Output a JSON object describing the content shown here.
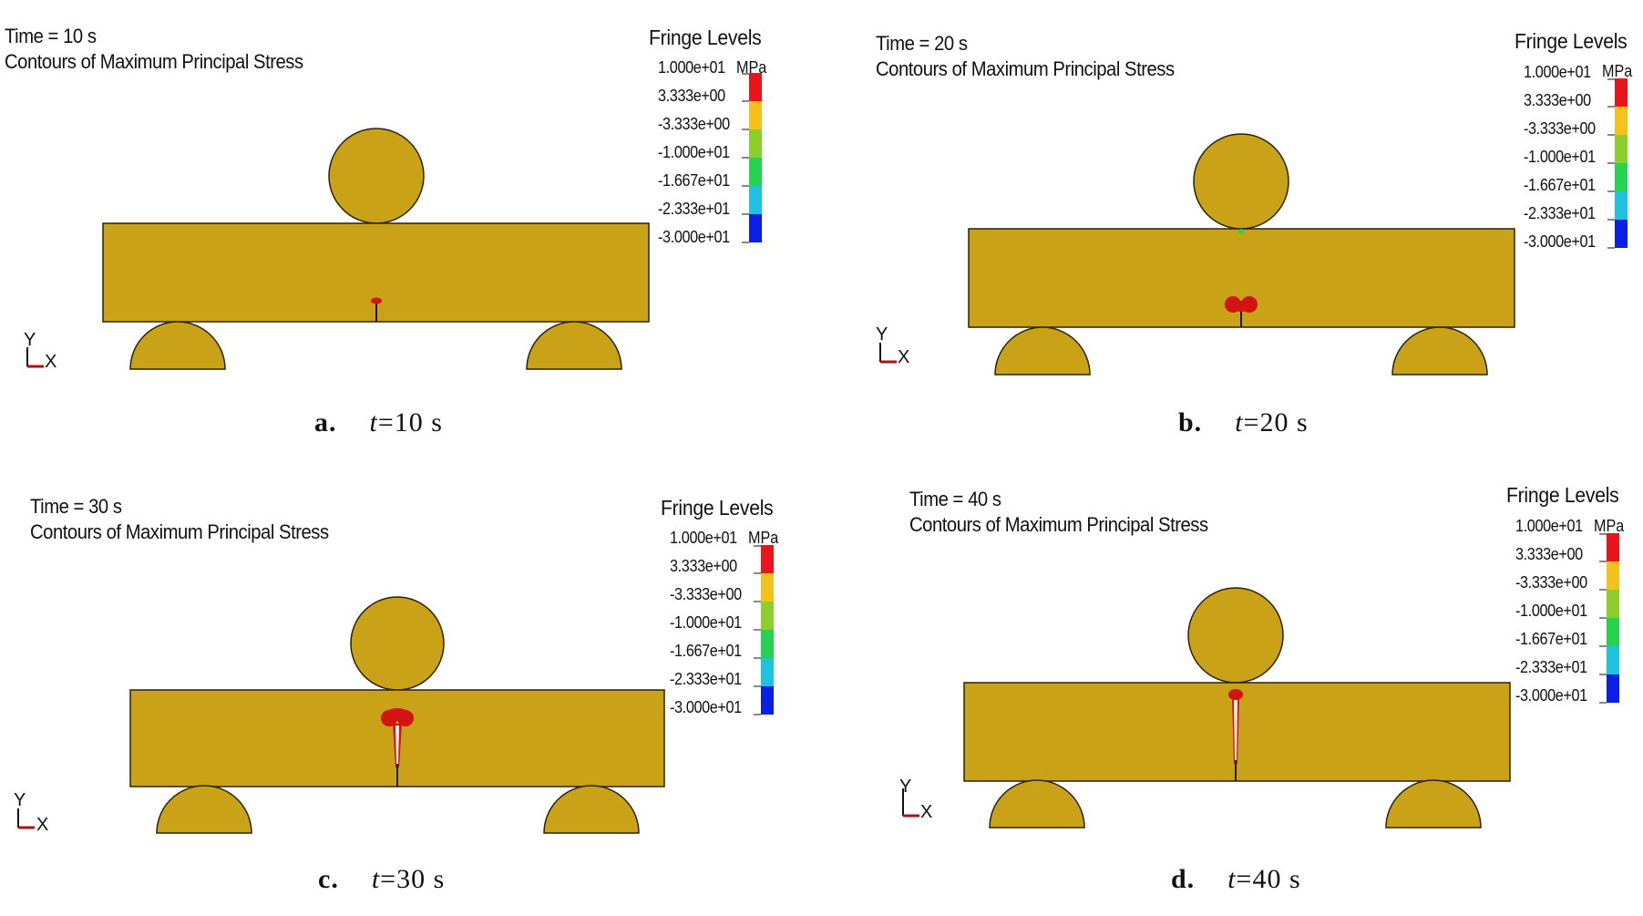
{
  "panels": [
    {
      "id": "a",
      "time_label": "Time = 10 s",
      "title": "Contours of Maximum Principal Stress",
      "caption_letter": "a.",
      "caption_t": "t",
      "caption_rest": "=10 s"
    },
    {
      "id": "b",
      "time_label": "Time = 20 s",
      "title": "Contours of Maximum Principal Stress",
      "caption_letter": "b.",
      "caption_t": "t",
      "caption_rest": "=20 s"
    },
    {
      "id": "c",
      "time_label": "Time = 30 s",
      "title": "Contours of Maximum Principal Stress",
      "caption_letter": "c.",
      "caption_t": "t",
      "caption_rest": "=30 s"
    },
    {
      "id": "d",
      "time_label": "Time = 40 s",
      "title": "Contours of Maximum Principal Stress",
      "caption_letter": "d.",
      "caption_t": "t",
      "caption_rest": "=40 s"
    }
  ],
  "legend": {
    "title": "Fringe Levels",
    "unit": "MPa",
    "levels": [
      "1.000e+01",
      "3.333e+00",
      "-3.333e+00",
      "-1.000e+01",
      "-1.667e+01",
      "-2.333e+01",
      "-3.000e+01"
    ],
    "colors": [
      "#e8161b",
      "#f3c21b",
      "#8ccf2a",
      "#24d34f",
      "#1fc3e0",
      "#0a1fe6"
    ]
  },
  "axis": {
    "y": "Y",
    "x": "X"
  },
  "colors": {
    "body": "#c9a217",
    "crack_stress": "#d41313",
    "outline": "#2a2208"
  }
}
